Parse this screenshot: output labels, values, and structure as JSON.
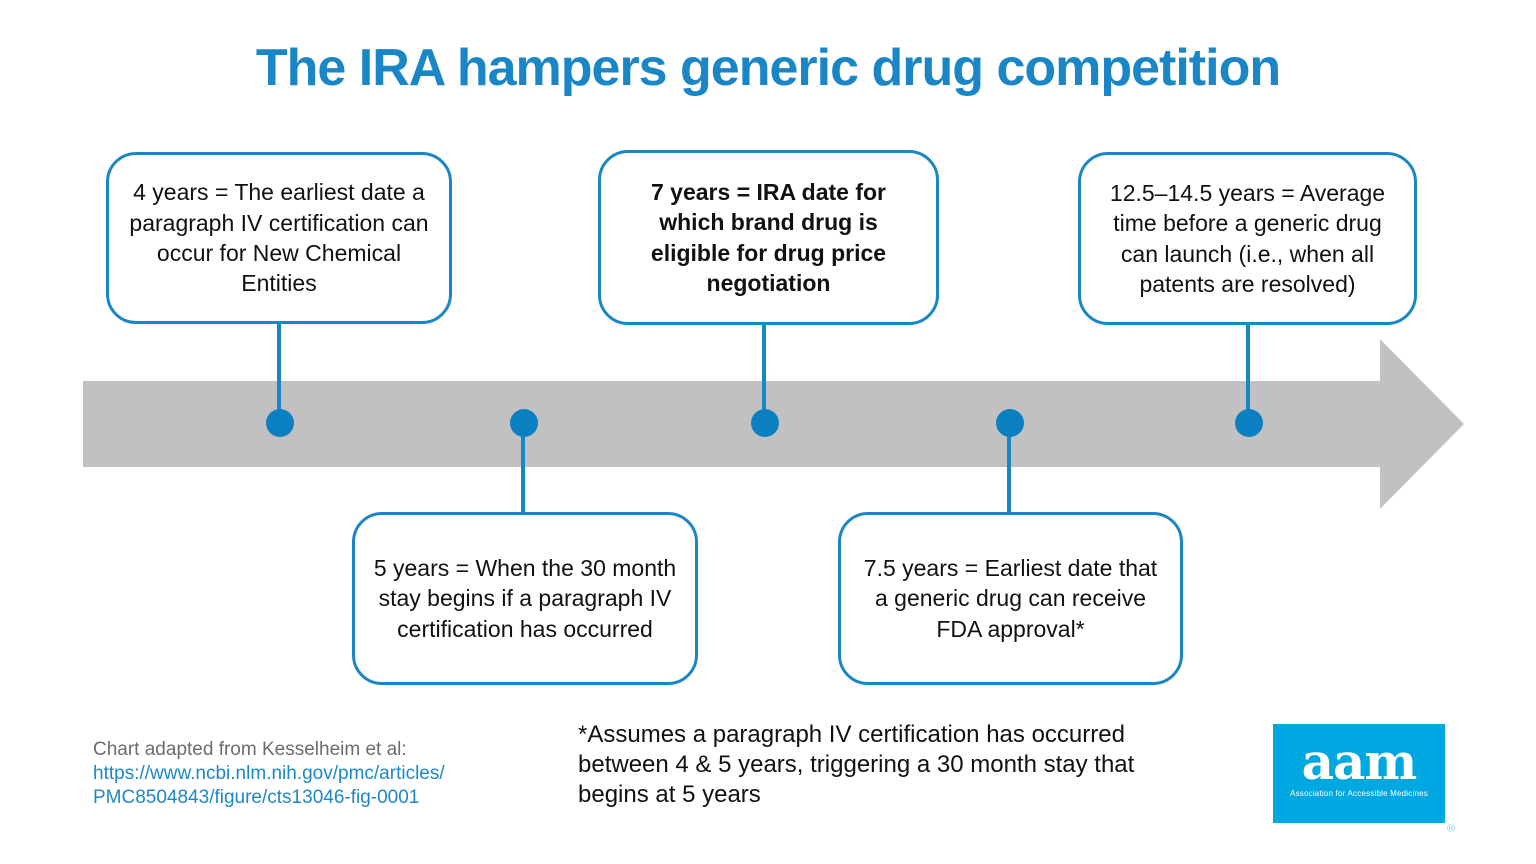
{
  "title": {
    "text": "The IRA hampers generic drug competition"
  },
  "timeline": {
    "type": "timeline",
    "direction": "left-to-right",
    "milestones": [
      {
        "id": "4-years",
        "years": "4",
        "position": "top",
        "emphasis": "normal",
        "text": "4 years = The earliest date a paragraph IV certification can occur for New Chemical Entities"
      },
      {
        "id": "5-years",
        "years": "5",
        "position": "bottom",
        "emphasis": "normal",
        "text": "5 years = When the 30 month stay begins if a paragraph IV certification has occurred"
      },
      {
        "id": "7-years",
        "years": "7",
        "position": "top",
        "emphasis": "bold",
        "text": "7 years = IRA date for which brand drug is eligible for drug price negotiation"
      },
      {
        "id": "7.5-years",
        "years": "7.5",
        "position": "bottom",
        "emphasis": "normal",
        "text": "7.5 years = Earliest date that a generic drug can receive FDA approval*"
      },
      {
        "id": "12.5-14.5-years",
        "years": "12.5–14.5",
        "position": "top",
        "emphasis": "normal",
        "text": "12.5–14.5 years = Average time before a generic drug can launch (i.e., when all patents are resolved)"
      }
    ]
  },
  "citation": {
    "label": "Chart adapted from Kesselheim et al:",
    "url_line1": "https://www.ncbi.nlm.nih.gov/pmc/articles/",
    "url_line2": "PMC8504843/figure/cts13046-fig-0001"
  },
  "footnote": {
    "text": "*Assumes a paragraph IV certification has occurred between 4 & 5 years, triggering a 30 month stay that begins at 5 years"
  },
  "logo": {
    "wordmark": "aam",
    "tagline": "Association for Accessible Medicines",
    "registered": "®"
  },
  "colors": {
    "accent_blue": "#1b86c6",
    "dot_blue": "#0b80c0",
    "arrow_gray": "#c1c1c1",
    "logo_blue": "#00a8e1",
    "citation_gray": "#6c6c6c",
    "text_black": "#111111"
  }
}
